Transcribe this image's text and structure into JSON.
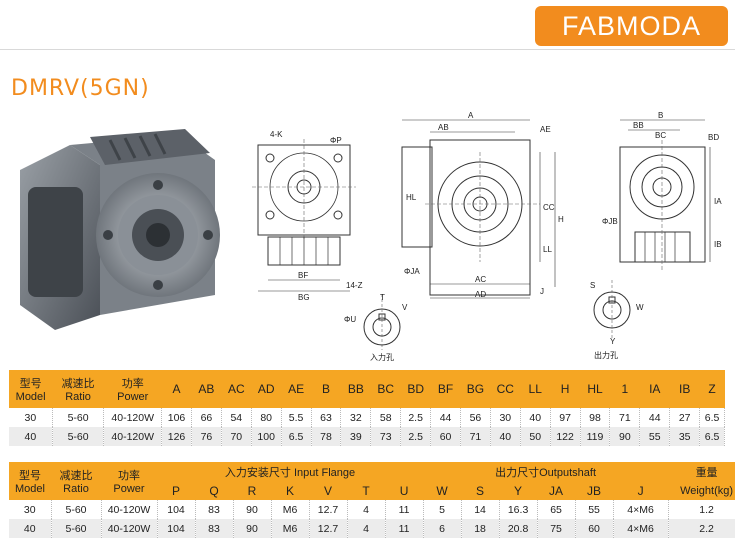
{
  "brand": "FABMODA",
  "model_title": "DMRV(5GN)",
  "drawing_labels": {
    "flange_holes": "4-K",
    "flange_dia": "ΦP",
    "bf": "BF",
    "bg": "BG",
    "hole_14z": "14-Z",
    "a": "A",
    "ab": "AB",
    "ae": "AE",
    "cc": "CC",
    "h": "H",
    "ll": "LL",
    "hl": "HL",
    "ja": "ΦJA",
    "j": "J",
    "ac": "AC",
    "ad": "AD",
    "b": "B",
    "bc": "BC",
    "bd": "BD",
    "bb": "BB",
    "jb": "ΦJB",
    "ia": "IA",
    "ib": "IB",
    "t": "T",
    "v": "V",
    "u": "ΦU",
    "s": "S",
    "w": "W",
    "y": "Y",
    "input_caption": "入力孔",
    "output_caption": "出力孔"
  },
  "table1": {
    "headers": [
      {
        "cn": "型号",
        "en": "Model"
      },
      {
        "cn": "减速比",
        "en": "Ratio"
      },
      {
        "cn": "功率",
        "en": "Power"
      },
      {
        "en": "A"
      },
      {
        "en": "AB"
      },
      {
        "en": "AC"
      },
      {
        "en": "AD"
      },
      {
        "en": "AE"
      },
      {
        "en": "B"
      },
      {
        "en": "BB"
      },
      {
        "en": "BC"
      },
      {
        "en": "BD"
      },
      {
        "en": "BF"
      },
      {
        "en": "BG"
      },
      {
        "en": "CC"
      },
      {
        "en": "LL"
      },
      {
        "en": "H"
      },
      {
        "en": "HL"
      },
      {
        "en": "1"
      },
      {
        "en": "IA"
      },
      {
        "en": "IB"
      },
      {
        "en": "Z"
      }
    ],
    "rows": [
      [
        "30",
        "5-60",
        "40-120W",
        "106",
        "66",
        "54",
        "80",
        "5.5",
        "63",
        "32",
        "58",
        "2.5",
        "44",
        "56",
        "30",
        "40",
        "97",
        "98",
        "71",
        "44",
        "27",
        "6.5"
      ],
      [
        "40",
        "5-60",
        "40-120W",
        "126",
        "76",
        "70",
        "100",
        "6.5",
        "78",
        "39",
        "73",
        "2.5",
        "60",
        "71",
        "40",
        "50",
        "122",
        "119",
        "90",
        "55",
        "35",
        "6.5"
      ]
    ]
  },
  "table2": {
    "group_input": "入力安装尺寸 Input Flange",
    "group_output": "出力尺寸Outputshaft",
    "weight_cn": "重量",
    "weight_en": "Weight(kg)",
    "headers": [
      {
        "cn": "型号",
        "en": "Model"
      },
      {
        "cn": "减速比",
        "en": "Ratio"
      },
      {
        "cn": "功率",
        "en": "Power"
      },
      "P",
      "Q",
      "R",
      "K",
      "V",
      "T",
      "U",
      "W",
      "S",
      "Y",
      "JA",
      "JB",
      "J"
    ],
    "rows": [
      [
        "30",
        "5-60",
        "40-120W",
        "104",
        "83",
        "90",
        "M6",
        "12.7",
        "4",
        "11",
        "5",
        "14",
        "16.3",
        "65",
        "55",
        "4×M6",
        "1.2"
      ],
      [
        "40",
        "5-60",
        "40-120W",
        "104",
        "83",
        "90",
        "M6",
        "12.7",
        "4",
        "11",
        "6",
        "18",
        "20.8",
        "75",
        "60",
        "4×M6",
        "2.2"
      ]
    ]
  },
  "colors": {
    "brand_orange": "#f28c1e",
    "header_orange": "#f5a623",
    "row_alt": "#ececec"
  }
}
